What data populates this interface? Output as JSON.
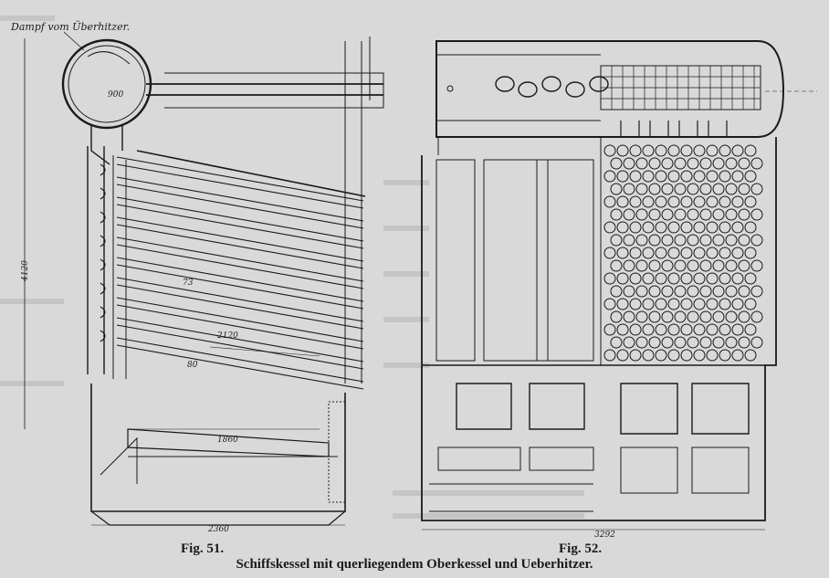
{
  "figure_left": {
    "label": "Fig. 51.",
    "annotation": "Dampf vom Überhitzer.",
    "dims": {
      "height": "4120",
      "tube_length": "2120",
      "grate_length": "1860",
      "base_width": "2360",
      "drum_dia": "900",
      "spacing": "73",
      "pitch": "80"
    }
  },
  "figure_right": {
    "label": "Fig. 52.",
    "dims": {
      "width": "3292"
    }
  },
  "caption": "Schiffskessel mit querliegendem Oberkessel und Ueberhitzer.",
  "colors": {
    "paper": "#d9d9d9",
    "ink": "#1a1a1a",
    "bleed": "#9a9a9a"
  }
}
